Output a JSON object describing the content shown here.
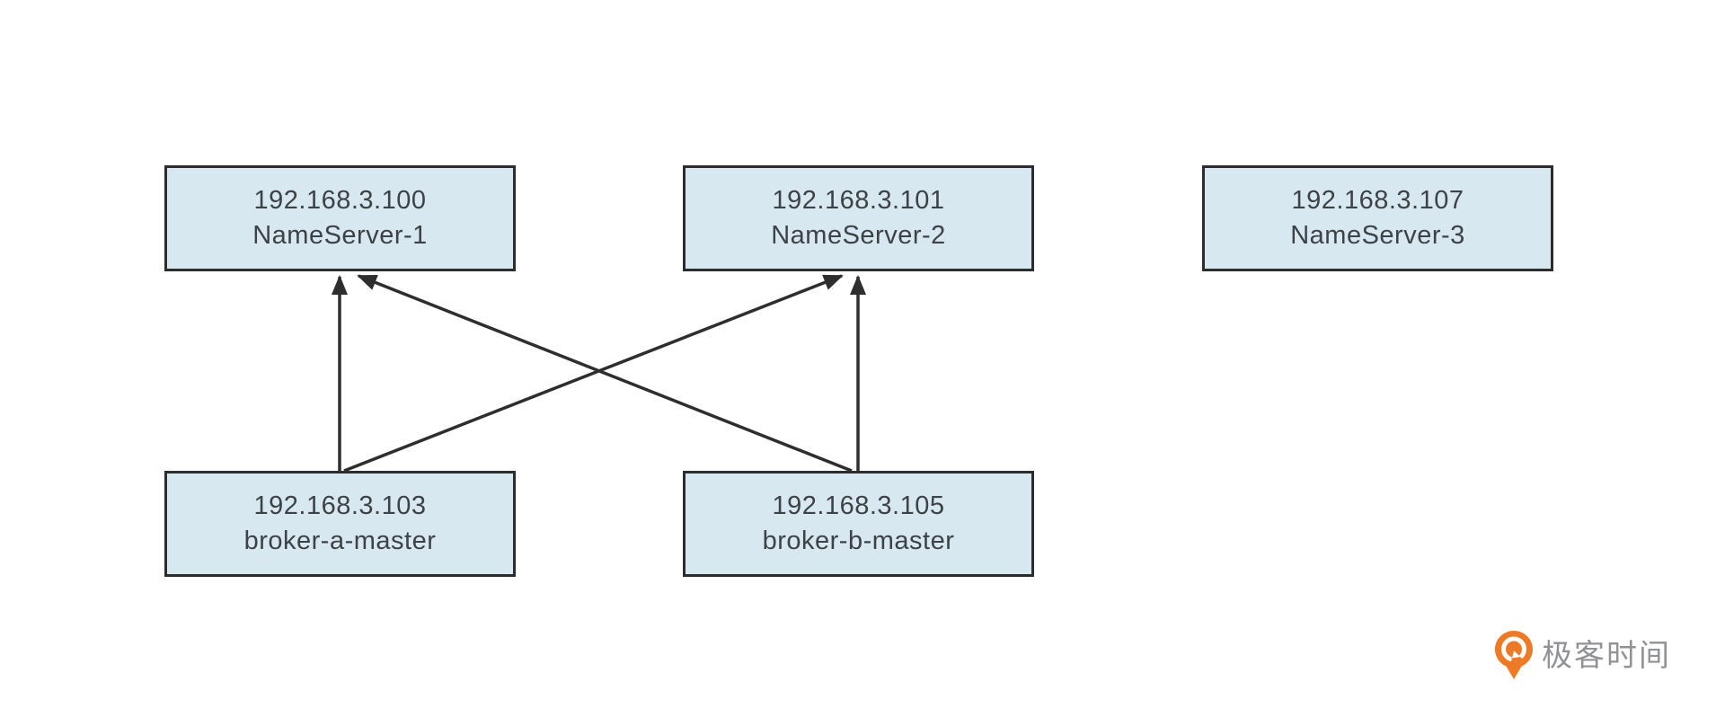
{
  "diagram": {
    "type": "topology",
    "nodes": [
      {
        "id": "nameserver-1",
        "ip": "192.168.3.100",
        "label": "NameServer-1"
      },
      {
        "id": "nameserver-2",
        "ip": "192.168.3.101",
        "label": "NameServer-2"
      },
      {
        "id": "nameserver-3",
        "ip": "192.168.3.107",
        "label": "NameServer-3"
      },
      {
        "id": "broker-a",
        "ip": "192.168.3.103",
        "label": "broker-a-master"
      },
      {
        "id": "broker-b",
        "ip": "192.168.3.105",
        "label": "broker-b-master"
      }
    ],
    "edges": [
      {
        "from": "broker-a",
        "to": "nameserver-1",
        "arrow": "to"
      },
      {
        "from": "broker-a",
        "to": "nameserver-2",
        "arrow": "to"
      },
      {
        "from": "broker-b",
        "to": "nameserver-1",
        "arrow": "to"
      },
      {
        "from": "broker-b",
        "to": "nameserver-2",
        "arrow": "to"
      }
    ],
    "colors": {
      "node_fill": "#d8e8f1",
      "node_border": "#2d2d2d",
      "arrow": "#2e2e2e",
      "text": "#3d4247",
      "logo_orange": "#ee7a26",
      "logo_text_gray": "#909296"
    }
  },
  "branding": {
    "logo_text": "极客时间"
  }
}
